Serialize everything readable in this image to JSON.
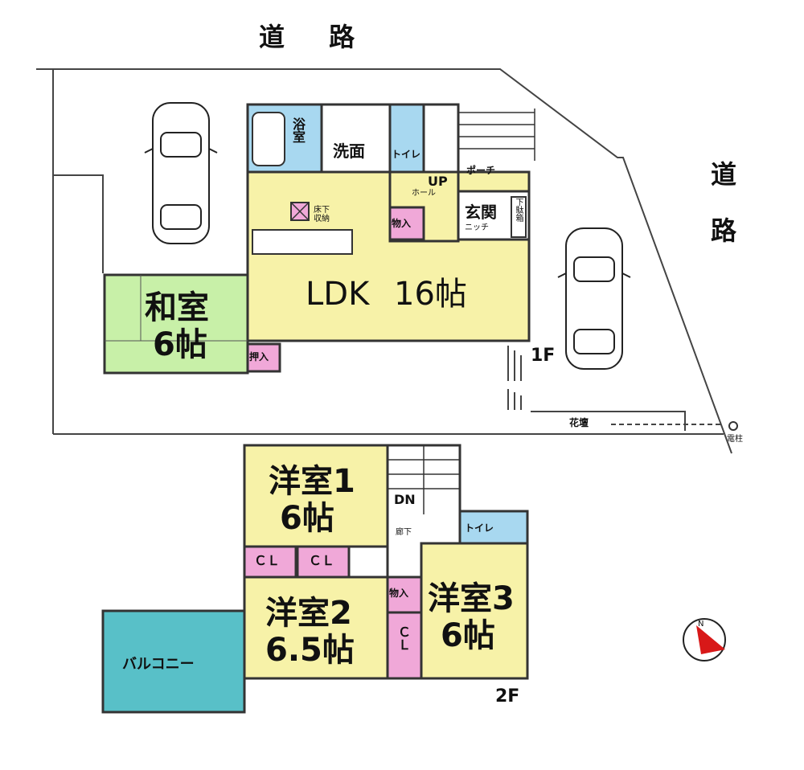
{
  "roads": {
    "top": "道 路",
    "right": "道路"
  },
  "floor1": {
    "label": "1F",
    "rooms": {
      "bath": "浴室",
      "washroom": "洗面",
      "toilet": "トイレ",
      "up": "UP",
      "hall": "ホール",
      "porch": "ポーチ",
      "entrance": "玄関",
      "niche": "ニッチ",
      "shoe_box": "下駄箱",
      "underfloor": "床下収納",
      "storage": "物入",
      "ldk_name": "LDK",
      "ldk_size": "16帖",
      "washitsu_name": "和室",
      "washitsu_size": "6帖",
      "closet": "押入",
      "flower_bed": "花壇",
      "pole": "電柱"
    }
  },
  "floor2": {
    "label": "2F",
    "rooms": {
      "r1_name": "洋室1",
      "r1_size": "6帖",
      "r2_name": "洋室2",
      "r2_size": "6.5帖",
      "r3_name": "洋室3",
      "r3_size": "6帖",
      "cl": "ＣＬ",
      "cl2": "ＣＬ",
      "cl3": "ＣＬ",
      "storage": "物入",
      "down": "DN",
      "corridor": "廊下",
      "toilet": "トイレ",
      "balcony": "バルコニー"
    }
  },
  "compass": {
    "north": "N"
  },
  "colors": {
    "ldk": "#f7f2a8",
    "washitsu": "#c8f0a8",
    "wet": "#a8d8f0",
    "storage": "#f0a8d8",
    "balcony": "#58c0c8",
    "wall": "#333333",
    "compass": "#d81818"
  }
}
